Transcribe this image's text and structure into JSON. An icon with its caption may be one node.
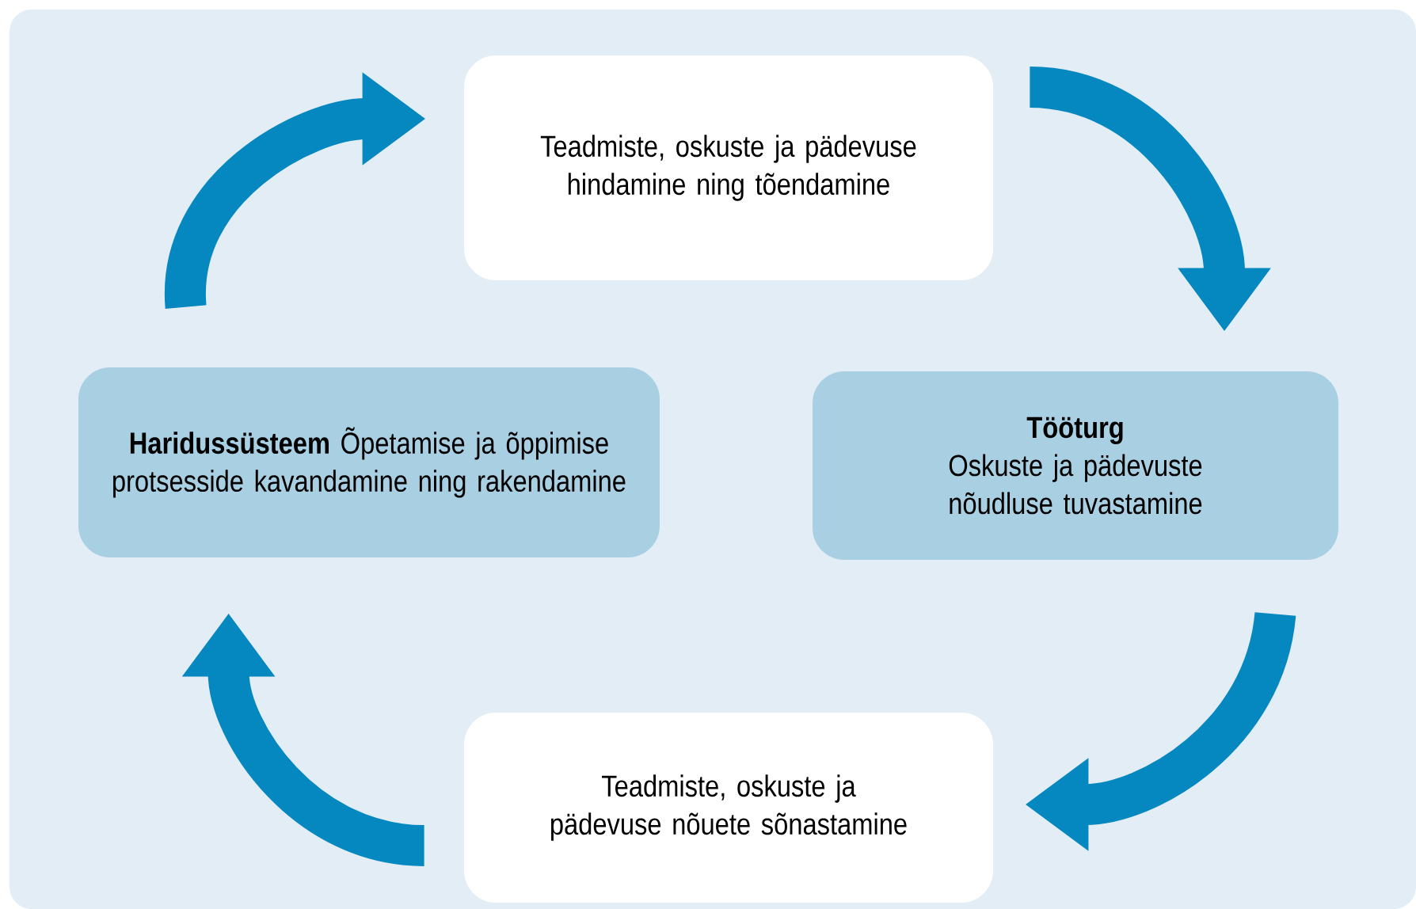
{
  "diagram": {
    "nodes": [
      {
        "text": [
          "Teadmiste, oskuste ja pädevuse hindamine ning tõendamine"
        ]
      },
      {
        "text": [
          "Tööturg",
          "Oskuste ja pädevuste nõudluse tuvastamine"
        ]
      },
      {
        "text": [
          "Teadmiste, oskuste ja pädevuse nõuete sõnastamine"
        ]
      },
      {
        "text": [
          "**Haridussüsteem** Õpetamise ja õppimise protsesside kavandamine ning rakendamine"
        ]
      }
    ],
    "edges": [
      {
        "from": 3,
        "to": 0,
        "arrow": "to"
      },
      {
        "from": 0,
        "to": 1,
        "arrow": "to"
      },
      {
        "from": 1,
        "to": 2,
        "arrow": "to"
      },
      {
        "from": 2,
        "to": 3,
        "arrow": "to"
      }
    ]
  }
}
